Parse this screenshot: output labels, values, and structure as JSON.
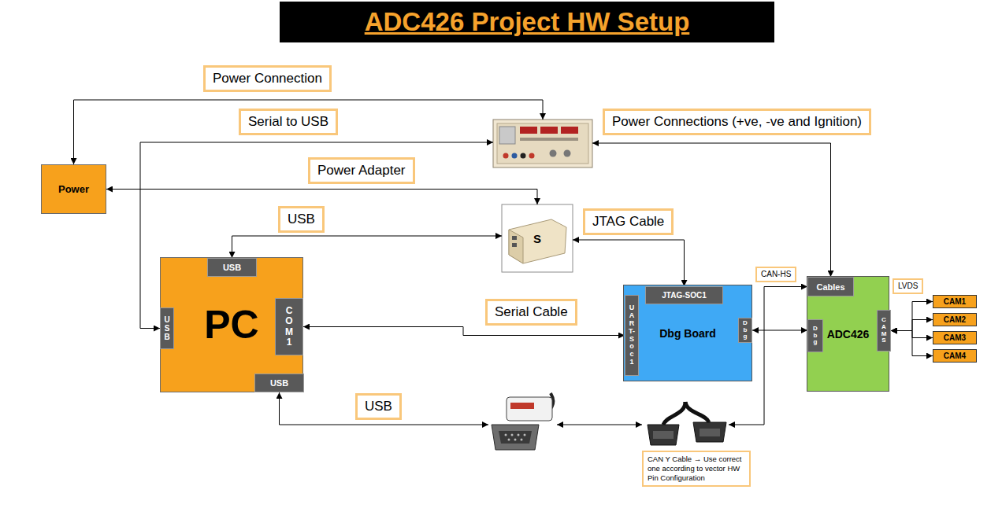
{
  "diagram": {
    "title": "ADC426 Project HW Setup",
    "nodes": [
      {
        "text": []
      },
      {
        "text": [
          "Power"
        ]
      },
      {
        "text": [
          "S"
        ]
      },
      {
        "text": [
          "PC"
        ]
      },
      {
        "text": [
          "USB"
        ],
        "in": 3
      },
      {
        "text": [
          "USB"
        ],
        "in": 3
      },
      {
        "text": [
          "COM1"
        ],
        "in": 3
      },
      {
        "text": [
          "USB"
        ],
        "in": 3
      },
      {
        "text": [
          "Dbg Board"
        ]
      },
      {
        "text": [
          "JTAG-SOC1"
        ],
        "in": 8
      },
      {
        "text": [
          "UART-Soc1"
        ],
        "in": 8
      },
      {
        "text": [
          "Dbg"
        ],
        "in": 8
      },
      {
        "text": [
          "ADC426"
        ]
      },
      {
        "text": [
          "Cables"
        ],
        "in": 12
      },
      {
        "text": [
          "Dbg"
        ],
        "in": 12
      },
      {
        "text": [
          "CAMS"
        ],
        "in": 12
      },
      {
        "text": [
          "CAM1"
        ]
      },
      {
        "text": [
          "CAM2"
        ]
      },
      {
        "text": [
          "CAM3"
        ]
      },
      {
        "text": [
          "CAM4"
        ]
      },
      {
        "text": []
      },
      {
        "text": [
          "CAN Y Cable → Use correct one according to vector HW Pin Configuration"
        ]
      }
    ],
    "edges": [
      {
        "from": 1,
        "to": 0,
        "arrow": "both",
        "label": "Power Connection"
      },
      {
        "from": 5,
        "to": 0,
        "arrow": "both",
        "label": "Serial to USB"
      },
      {
        "from": 1,
        "to": 2,
        "arrow": "both",
        "label": "Power Adapter"
      },
      {
        "from": 4,
        "to": 2,
        "arrow": "both",
        "label": "USB"
      },
      {
        "from": 2,
        "to": 9,
        "arrow": "both",
        "label": "JTAG Cable"
      },
      {
        "from": 0,
        "to": 13,
        "arrow": "both",
        "label": "Power Connections (+ve, -ve and Ignition)"
      },
      {
        "from": 6,
        "to": 10,
        "arrow": "both",
        "label": "Serial Cable"
      },
      {
        "from": 11,
        "to": 14,
        "arrow": "both"
      },
      {
        "from": 7,
        "to": 20,
        "arrow": "both",
        "label": "USB"
      },
      {
        "from": 20,
        "to": 21,
        "arrow": "both"
      },
      {
        "from": 21,
        "to": 13,
        "arrow": "both",
        "label": "CAN-HS"
      },
      {
        "from": 15,
        "to": 16,
        "arrow": "both",
        "label": "LVDS"
      },
      {
        "from": 15,
        "to": 17,
        "arrow": "both"
      },
      {
        "from": 15,
        "to": 18,
        "arrow": "both"
      },
      {
        "from": 15,
        "to": 19,
        "arrow": "both"
      }
    ]
  }
}
